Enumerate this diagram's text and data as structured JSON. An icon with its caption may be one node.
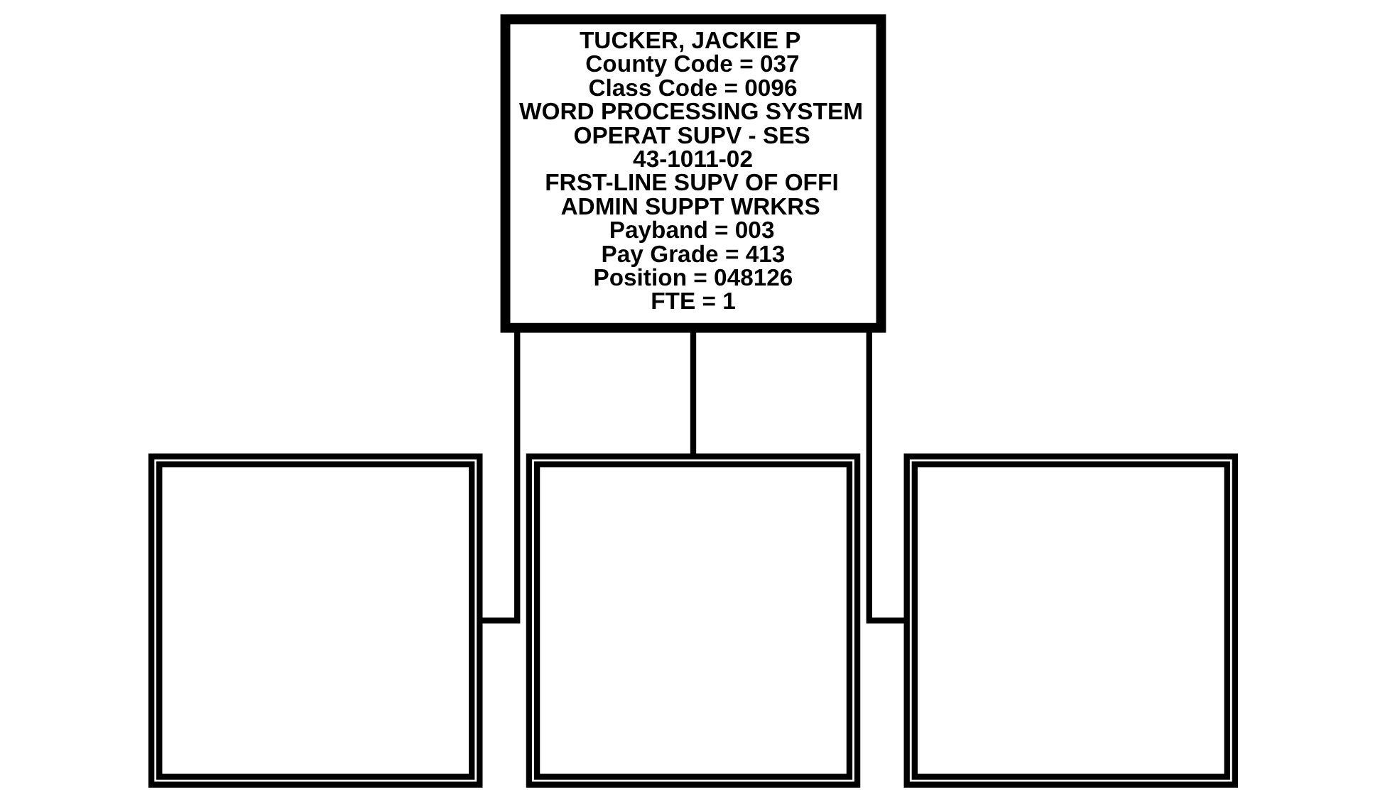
{
  "diagram": {
    "nodes": [
      {
        "text": [
          "TUCKER, JACKIE P",
          "County Code = 037",
          "Class Code = 0096",
          "WORD PROCESSING SYSTEM OPERAT SUPV - SES",
          "43-1011-02",
          "FRST-LINE SUPV OF OFFI ADMIN SUPPT WRKRS",
          "Payband = 003",
          "Pay Grade = 413",
          "Position = 048126",
          "FTE = 1"
        ]
      },
      {
        "text": [],
        "shape": "box"
      },
      {
        "text": [],
        "shape": "box"
      },
      {
        "text": [],
        "shape": "box"
      }
    ],
    "edges": [
      {
        "from": 0,
        "to": 1,
        "arrow": "none"
      },
      {
        "from": 0,
        "to": 2,
        "arrow": "none"
      },
      {
        "from": 0,
        "to": 3,
        "arrow": "none"
      }
    ]
  }
}
